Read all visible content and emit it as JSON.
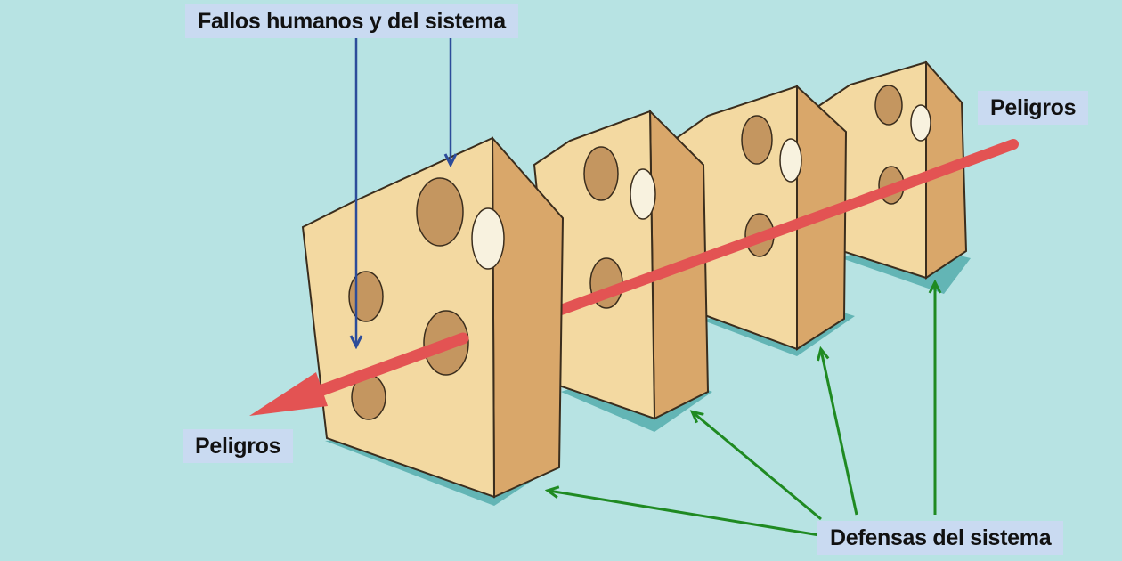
{
  "labels": {
    "human_failures": "Fallos humanos y del sistema",
    "hazards_exit": "Peligros",
    "hazards_entry": "Peligros",
    "system_defenses": "Defensas del sistema"
  },
  "colors": {
    "background": "#b7e3e3",
    "label_background": "#c9daf1",
    "cheese_face": "#f3d9a1",
    "cheese_side": "#d9a76a",
    "cheese_outline": "#3a2d1d",
    "hole_inner": "#f8f2df",
    "shadow": "#63b5b5",
    "hazard_arrow": "#e35353",
    "blue_arrow": "#2c4c9a",
    "green_arrow": "#1f8a22"
  },
  "icons": {
    "hazard_trajectory": "red-arrow",
    "failure_pointer": "blue-arrow",
    "defense_pointer": "green-arrow"
  }
}
